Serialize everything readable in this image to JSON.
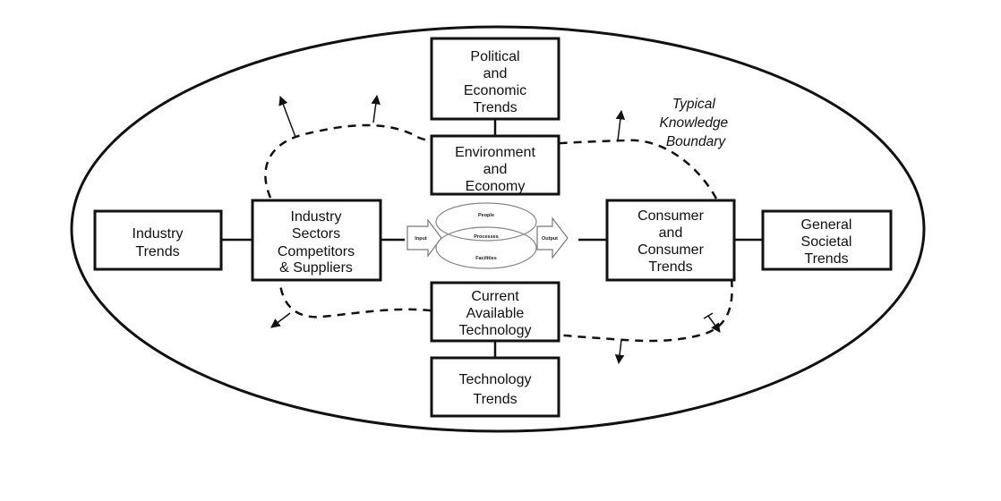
{
  "boxes": {
    "political": [
      "Political",
      "and",
      "Economic",
      "Trends"
    ],
    "environment": [
      "Environment",
      "and",
      "Economy"
    ],
    "industry_trends": [
      "Industry",
      "Trends"
    ],
    "industry_sectors": [
      "Industry",
      "Sectors",
      "Competitors",
      "& Suppliers"
    ],
    "consumer": [
      "Consumer",
      "and",
      "Consumer",
      "Trends"
    ],
    "societal": [
      "General",
      "Societal",
      "Trends"
    ],
    "current_tech": [
      "Current",
      "Available",
      "Technology"
    ],
    "tech_trends": [
      "Technology",
      "Trends"
    ]
  },
  "boundary_label": [
    "Typical",
    "Knowledge",
    "Boundary"
  ],
  "core": {
    "input": "Input",
    "output": "Output",
    "people": "People",
    "processes": "Processes",
    "facilities": "Facilities"
  }
}
